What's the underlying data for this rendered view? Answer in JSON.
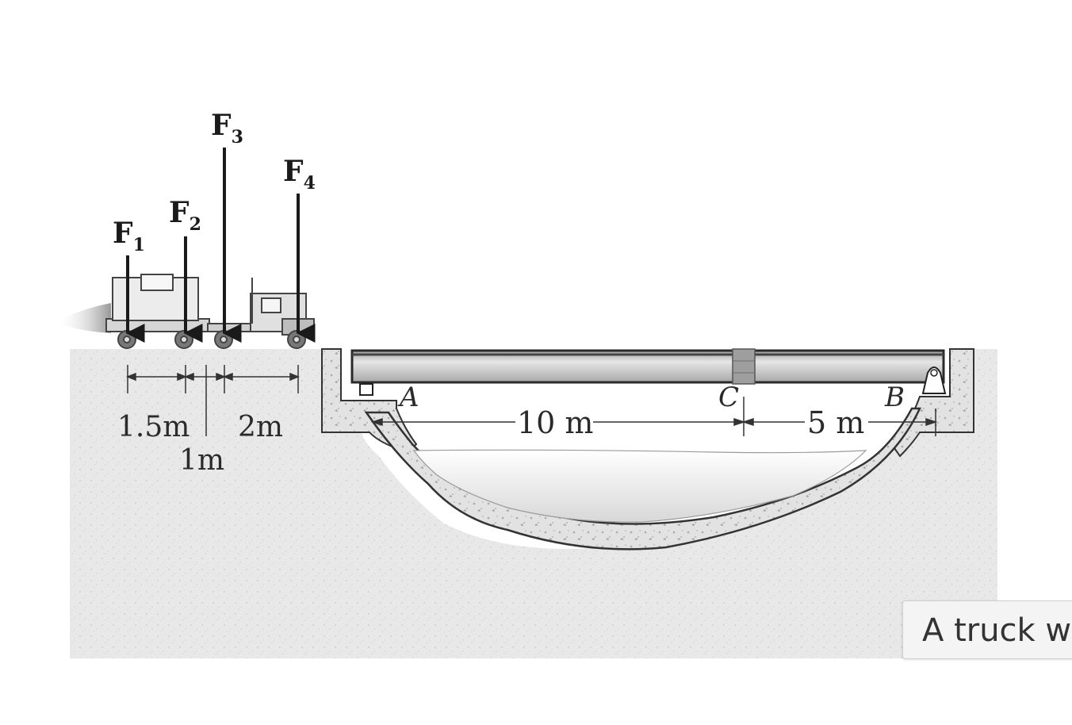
{
  "forces": {
    "f1": {
      "letter": "F",
      "sub": "1"
    },
    "f2": {
      "letter": "F",
      "sub": "2"
    },
    "f3": {
      "letter": "F",
      "sub": "3"
    },
    "f4": {
      "letter": "F",
      "sub": "4"
    }
  },
  "dimensions": {
    "d1": "1.5m",
    "d2": "1m",
    "d3": "2m",
    "span_ac": "10 m",
    "span_cb": "5 m"
  },
  "points": {
    "a": "A",
    "b": "B",
    "c": "C"
  },
  "tooltip": {
    "text": "A truck w"
  },
  "colors": {
    "ground": "#e6e6e6",
    "beam": "#bdbdbd",
    "ink": "#1a1a1a"
  }
}
